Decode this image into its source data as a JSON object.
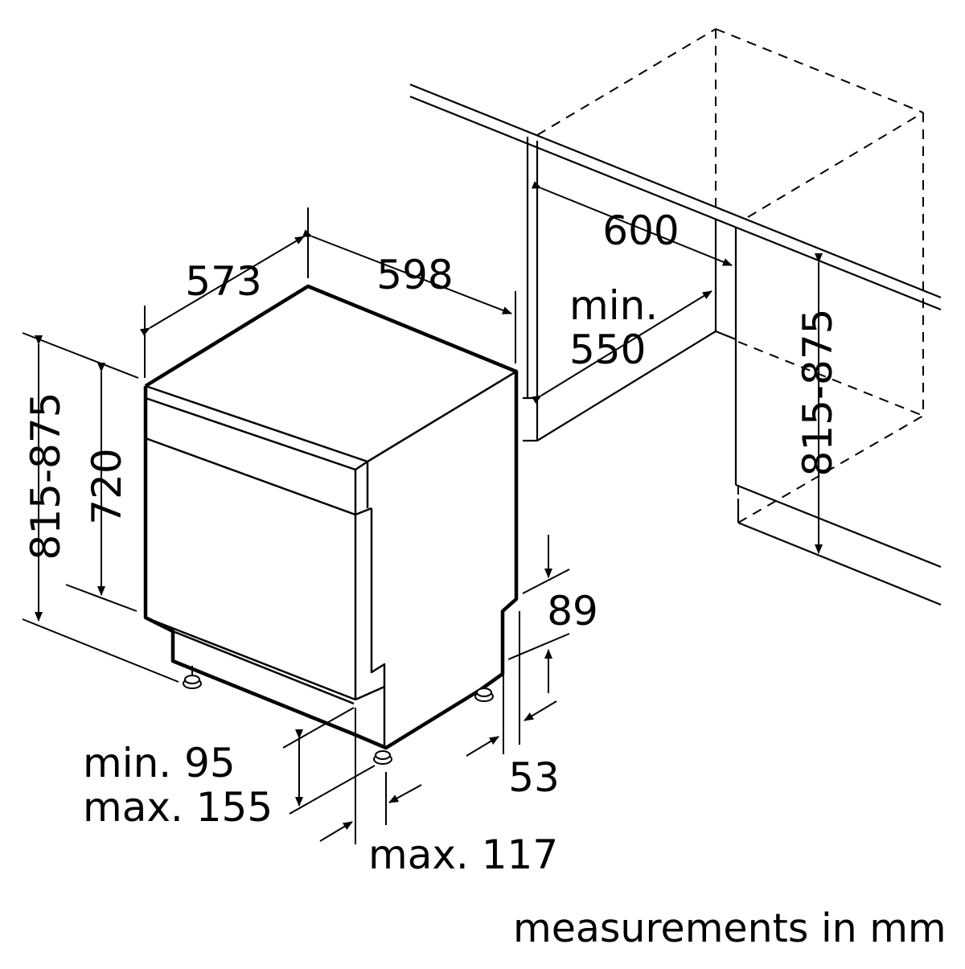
{
  "dimensions": {
    "width_depth": "573",
    "width_front": "598",
    "niche_width": "600",
    "niche_depth_line1": "min.",
    "niche_depth_line2": "550",
    "total_height": "815-875",
    "body_height": "720",
    "niche_height": "815-875",
    "plinth_top": "89",
    "plinth_depth": "53",
    "foot_height_line1": "min. 95",
    "foot_height_line2": "max. 155",
    "foot_offset": "max. 117"
  },
  "footer": {
    "units_note": "measurements in mm"
  }
}
